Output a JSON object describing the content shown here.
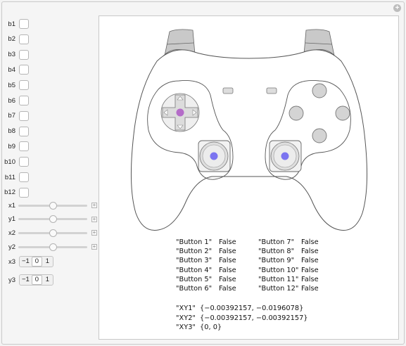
{
  "checkboxes": [
    {
      "label": "b1",
      "checked": false
    },
    {
      "label": "b2",
      "checked": false
    },
    {
      "label": "b3",
      "checked": false
    },
    {
      "label": "b4",
      "checked": false
    },
    {
      "label": "b5",
      "checked": false
    },
    {
      "label": "b6",
      "checked": false
    },
    {
      "label": "b7",
      "checked": false
    },
    {
      "label": "b8",
      "checked": false
    },
    {
      "label": "b9",
      "checked": false
    },
    {
      "label": "b10",
      "checked": false
    },
    {
      "label": "b11",
      "checked": false
    },
    {
      "label": "b12",
      "checked": false
    }
  ],
  "sliders": [
    {
      "label": "x1",
      "value": 0.0
    },
    {
      "label": "y1",
      "value": 0.0
    },
    {
      "label": "x2",
      "value": 0.0
    },
    {
      "label": "y2",
      "value": 0.0
    }
  ],
  "setters": [
    {
      "label": "x3",
      "options": [
        "−1",
        "0",
        "1"
      ],
      "selected": 1
    },
    {
      "label": "y3",
      "options": [
        "−1",
        "0",
        "1"
      ],
      "selected": 1
    }
  ],
  "buttons_left": [
    {
      "name": "\"Button 1\"",
      "state": "False"
    },
    {
      "name": "\"Button 2\"",
      "state": "False"
    },
    {
      "name": "\"Button 3\"",
      "state": "False"
    },
    {
      "name": "\"Button 4\"",
      "state": "False"
    },
    {
      "name": "\"Button 5\"",
      "state": "False"
    },
    {
      "name": "\"Button 6\"",
      "state": "False"
    }
  ],
  "buttons_right": [
    {
      "name": "\"Button 7\"",
      "state": "False"
    },
    {
      "name": "\"Button 8\"",
      "state": "False"
    },
    {
      "name": "\"Button 9\"",
      "state": "False"
    },
    {
      "name": "\"Button 10\"",
      "state": "False"
    },
    {
      "name": "\"Button 11\"",
      "state": "False"
    },
    {
      "name": "\"Button 12\"",
      "state": "False"
    }
  ],
  "axes": [
    {
      "name": "\"XY1\"",
      "value": "{−0.00392157, −0.0196078}"
    },
    {
      "name": "\"XY2\"",
      "value": "{−0.00392157, −0.00392157}"
    },
    {
      "name": "\"XY3\"",
      "value": "{0, 0}"
    }
  ],
  "colors": {
    "dpad_center": "#b46cc8",
    "stick_dot": "#7b74f0",
    "outline": "#555555"
  },
  "icons": {
    "corner_button": "plus-circle-icon",
    "slider_expand": "plus-icon"
  }
}
